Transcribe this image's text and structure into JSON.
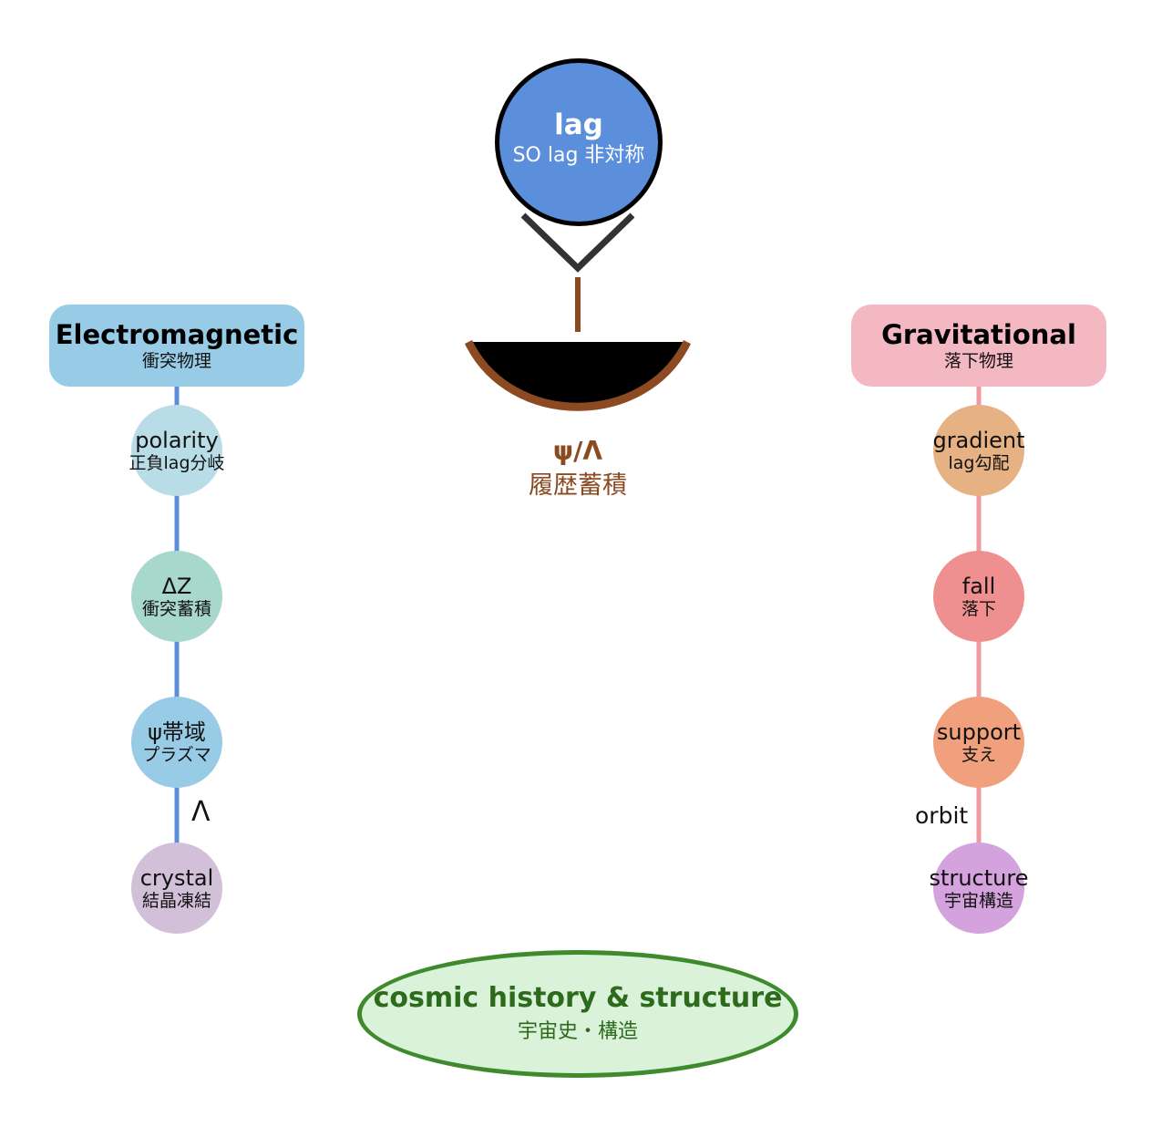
{
  "top": {
    "title": "lag",
    "subtitle": "SO lag 非対称",
    "color": "#5b8edb"
  },
  "bowl": {
    "title": "ψ/Λ",
    "subtitle": "履歴蓄積",
    "color": "#8b4a22"
  },
  "left": {
    "title": "Electromagnetic",
    "subtitle": "衝突物理",
    "color": "#98cce6",
    "line_color": "#5a8edb",
    "nodes": [
      {
        "main": "polarity",
        "sub": "正負lag分岐",
        "color": "#b8dde6"
      },
      {
        "main": "ΔZ",
        "sub": "衝突蓄積",
        "color": "#a8d7cc"
      },
      {
        "main": "ψ帯域",
        "sub": "プラズマ",
        "color": "#98cce6"
      },
      {
        "main": "crystal",
        "sub": "結晶凍結",
        "color": "#d2c0d9"
      }
    ],
    "edge_label": "Λ"
  },
  "right": {
    "title": "Gravitational",
    "subtitle": "落下物理",
    "color": "#f4b8c2",
    "line_color": "#ef9aa0",
    "nodes": [
      {
        "main": "gradient",
        "sub": "lag勾配",
        "color": "#e6b283"
      },
      {
        "main": "fall",
        "sub": "落下",
        "color": "#ef8f8f"
      },
      {
        "main": "support",
        "sub": "支え",
        "color": "#f0a07c"
      },
      {
        "main": "structure",
        "sub": "宇宙構造",
        "color": "#d4a2dc"
      }
    ],
    "edge_label": "orbit"
  },
  "bottom": {
    "title": "cosmic history & structure",
    "subtitle": "宇宙史・構造",
    "fill": "#d9f2d9",
    "stroke": "#3f8a2c",
    "text_color": "#2d6a1c"
  }
}
